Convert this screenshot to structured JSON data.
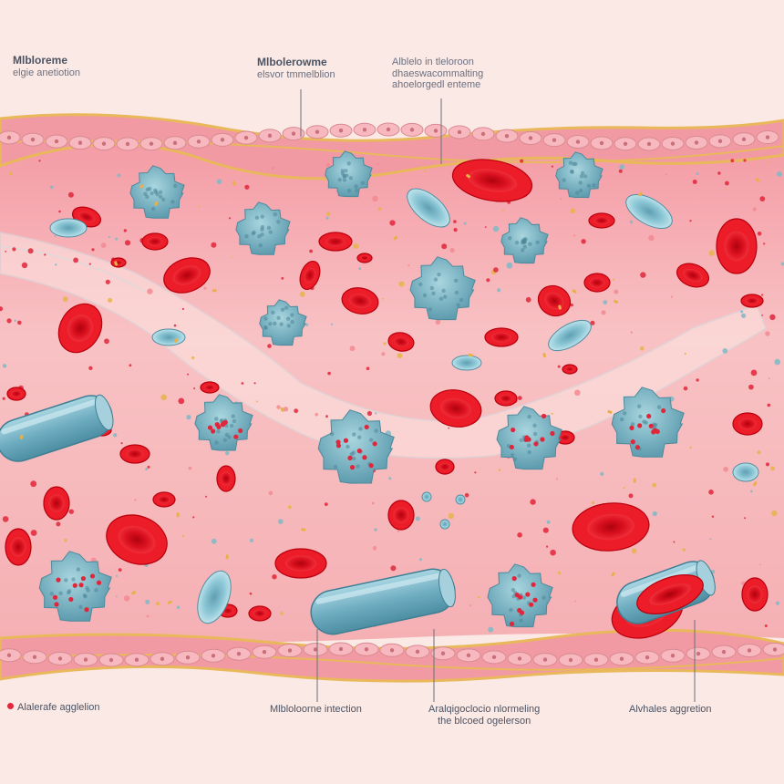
{
  "labels": {
    "top_left": {
      "line1": "Mlbloreme",
      "line2": "elgie anetiotion"
    },
    "top_center": {
      "line1": "Mlbolerowme",
      "line2": "elsvor tmmelblion"
    },
    "top_right": {
      "line1": "Alblelo in tleloroon",
      "line2": "dhaeswacommalting",
      "line3": "ahoelorgedl enteme"
    },
    "bottom_left": "Alalerafe agglelion",
    "bottom_center": "Mlbloloorne intection",
    "bottom_right_center": {
      "line1": "Aralqigoclocio nlormeling",
      "line2": "the blcoed ogelerson"
    },
    "bottom_right": "Alvhales aggretion"
  },
  "colors": {
    "vessel_bg": "#f6b5bd",
    "wall": "#f0a0a8",
    "wall_edge": "#e9b85a",
    "rbc": "#e4121f",
    "rbc_center": "#b3000c",
    "wbc": "#7fb8c6",
    "pill": "#79b6c9",
    "platelet": "#8fc4d6"
  }
}
